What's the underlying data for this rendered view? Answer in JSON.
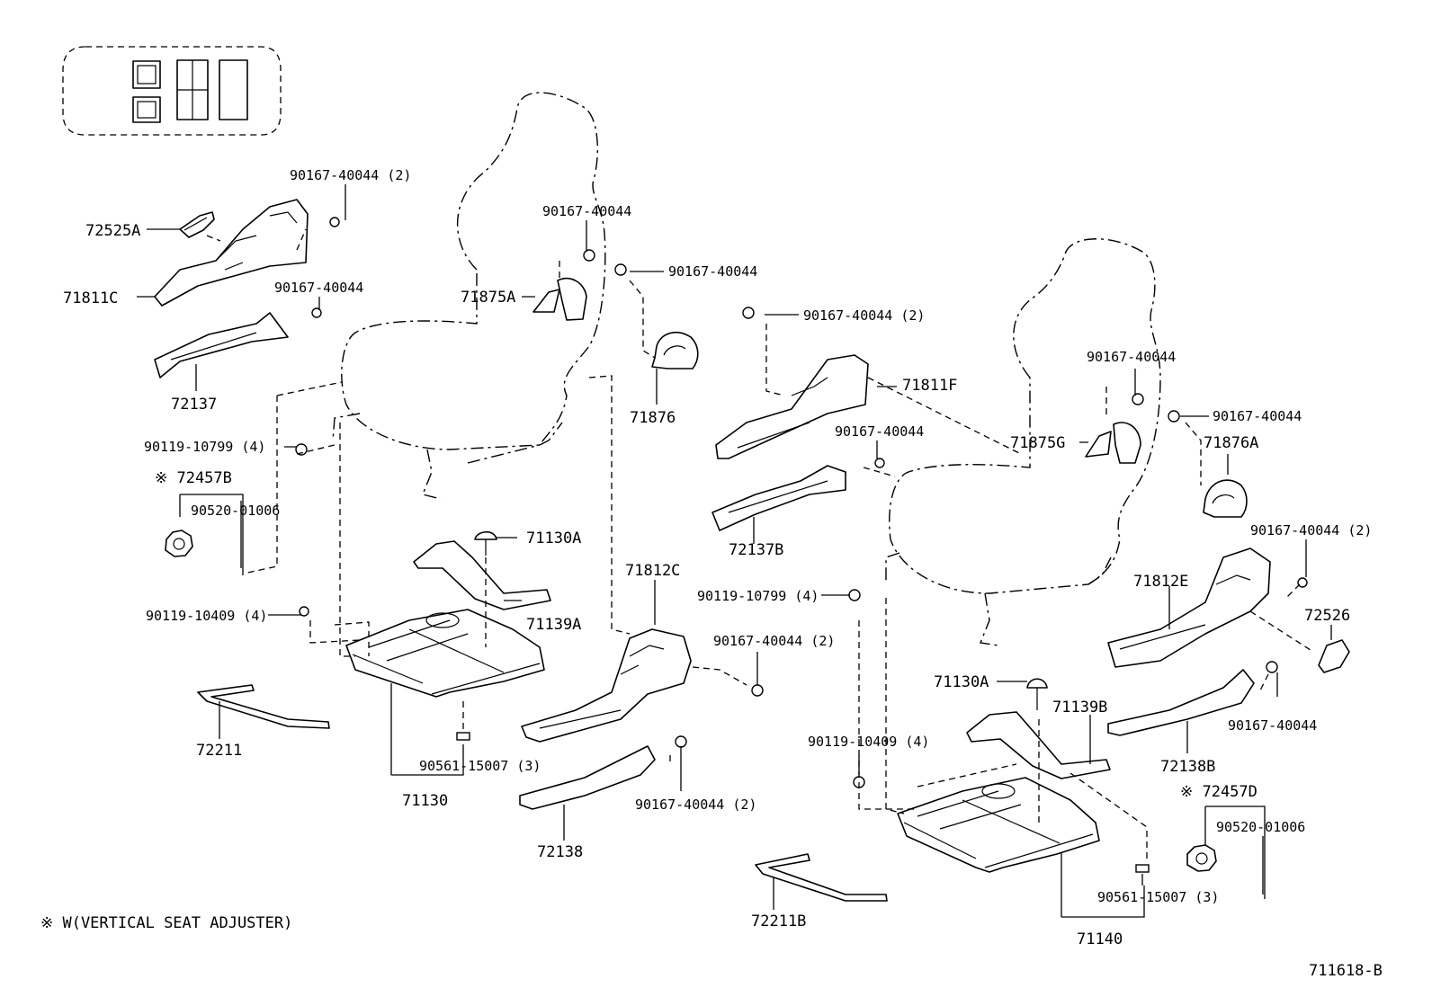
{
  "labels": {
    "p72525A": "72525A",
    "p71811C": "71811C",
    "p72137": "72137",
    "p90167_a": "90167-40044 (2)",
    "p90167_b": "90167-40044",
    "p90167_c": "90167-40044",
    "p90167_d": "90167-40044",
    "p71875A": "71875A",
    "p71876": "71876",
    "p90119_10799_a": "90119-10799 (4)",
    "p72457B": "※ 72457B",
    "p90520_a": "90520-01006",
    "p71130A_a": "71130A",
    "p71139A": "71139A",
    "p90119_10409_a": "90119-10409 (4)",
    "p72211": "72211",
    "p90561_a": "90561-15007 (3)",
    "p71130": "71130",
    "p71812C": "71812C",
    "p90167_e": "90167-40044 (2)",
    "p90167_f": "90167-40044 (2)",
    "p72138": "72138",
    "p90167_g": "90167-40044 (2)",
    "p71811F": "71811F",
    "p90167_h": "90167-40044",
    "p72137B": "72137B",
    "p90167_i": "90167-40044",
    "p71875G": "71875G",
    "p90167_j": "90167-40044",
    "p71876A": "71876A",
    "p90167_k": "90167-40044 (2)",
    "p71812E": "71812E",
    "p72526": "72526",
    "p90119_10799_b": "90119-10799 (4)",
    "p71130A_b": "71130A",
    "p71139B": "71139B",
    "p90119_10409_b": "90119-10409 (4)",
    "p90167_l": "90167-40044",
    "p72138B": "72138B",
    "p72457D": "※ 72457D",
    "p90520_b": "90520-01006",
    "p72211B": "72211B",
    "p90561_b": "90561-15007 (3)",
    "p71140": "71140"
  },
  "footnote": "※ W(VERTICAL SEAT ADJUSTER)",
  "drawing_number": "711618-B"
}
